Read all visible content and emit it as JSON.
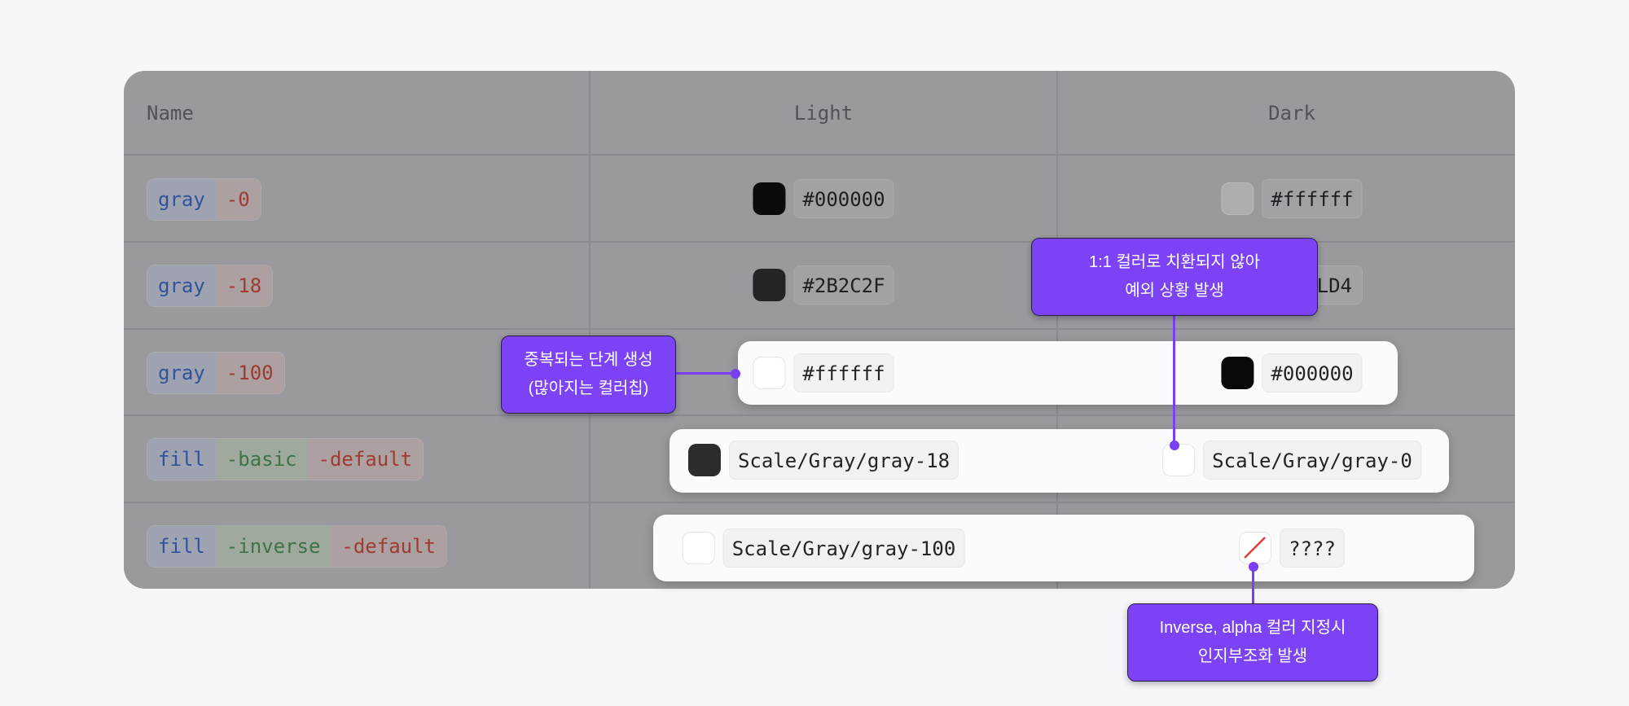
{
  "page": {
    "background": "#F7F7FA"
  },
  "colors": {
    "accent_purple": "#7C42F6",
    "dim_table_bg": "#9A9A9E",
    "slash_red": "#E23C3C",
    "token_blue_text": "#2F549C",
    "token_red_text": "#9E3B33",
    "token_green_text": "#3E7347",
    "pill_bg": "#FBFBFD"
  },
  "table": {
    "headers": {
      "name": "Name",
      "light": "Light",
      "dark": "Dark"
    },
    "rows": [
      {
        "token": [
          "gray",
          "-0"
        ],
        "light": {
          "swatch": "#000000",
          "label": "#000000"
        },
        "dark": {
          "swatch": "#ffffff",
          "label": "#ffffff"
        },
        "highlighted": false
      },
      {
        "token": [
          "gray",
          "-18"
        ],
        "light": {
          "swatch": "#2B2C2F",
          "label": "#2B2C2F"
        },
        "dark": {
          "label_visible": "LD4"
        },
        "highlighted": false
      },
      {
        "token": [
          "gray",
          "-100"
        ],
        "light": {
          "swatch": "#ffffff",
          "label": "#ffffff"
        },
        "dark": {
          "swatch": "#000000",
          "label": "#000000"
        },
        "highlighted": true
      },
      {
        "token": [
          "fill",
          "-basic",
          "-default"
        ],
        "light": {
          "swatch": "#2B2C2F",
          "label": "Scale/Gray/gray-18"
        },
        "dark": {
          "swatch": "#ffffff",
          "label": "Scale/Gray/gray-0"
        },
        "highlighted": true
      },
      {
        "token": [
          "fill",
          "-inverse",
          "-default"
        ],
        "light": {
          "swatch": "#ffffff",
          "label": "Scale/Gray/gray-100"
        },
        "dark": {
          "swatch": "none",
          "label": "????"
        },
        "highlighted": true
      }
    ]
  },
  "callouts": [
    {
      "line1": "1:1 컬러로 치환되지 않아",
      "line2": "예외 상황 발생"
    },
    {
      "line1": "중복되는 단계 생성",
      "line2": "(많아지는 컬러칩)"
    },
    {
      "line1": "Inverse, alpha 컬러 지정시",
      "line2": "인지부조화 발생"
    }
  ]
}
